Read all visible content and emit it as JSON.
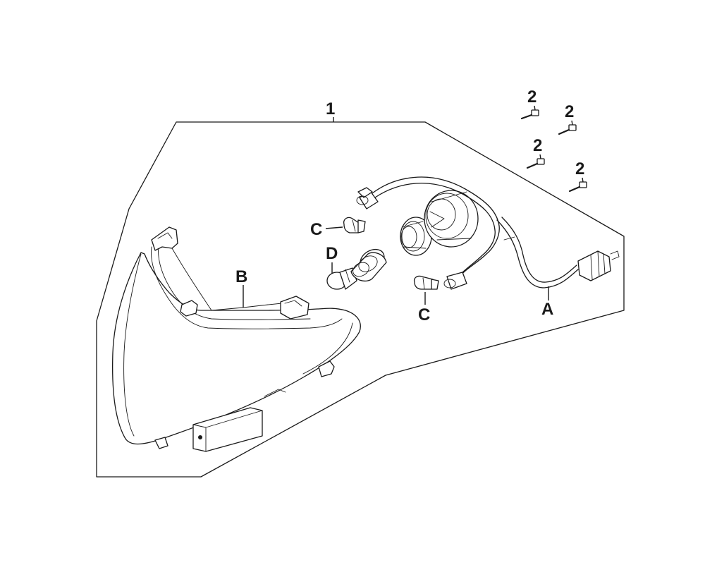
{
  "callouts": {
    "assembly": "1",
    "screw_1": "2",
    "screw_2": "2",
    "screw_3": "2",
    "screw_4": "2",
    "wire_harness": "A",
    "lens_housing": "B",
    "bulb_upper": "C",
    "bulb_lower": "C",
    "bulb_main": "D"
  },
  "colors": {
    "line": "#1a1a1a",
    "background": "#ffffff"
  }
}
